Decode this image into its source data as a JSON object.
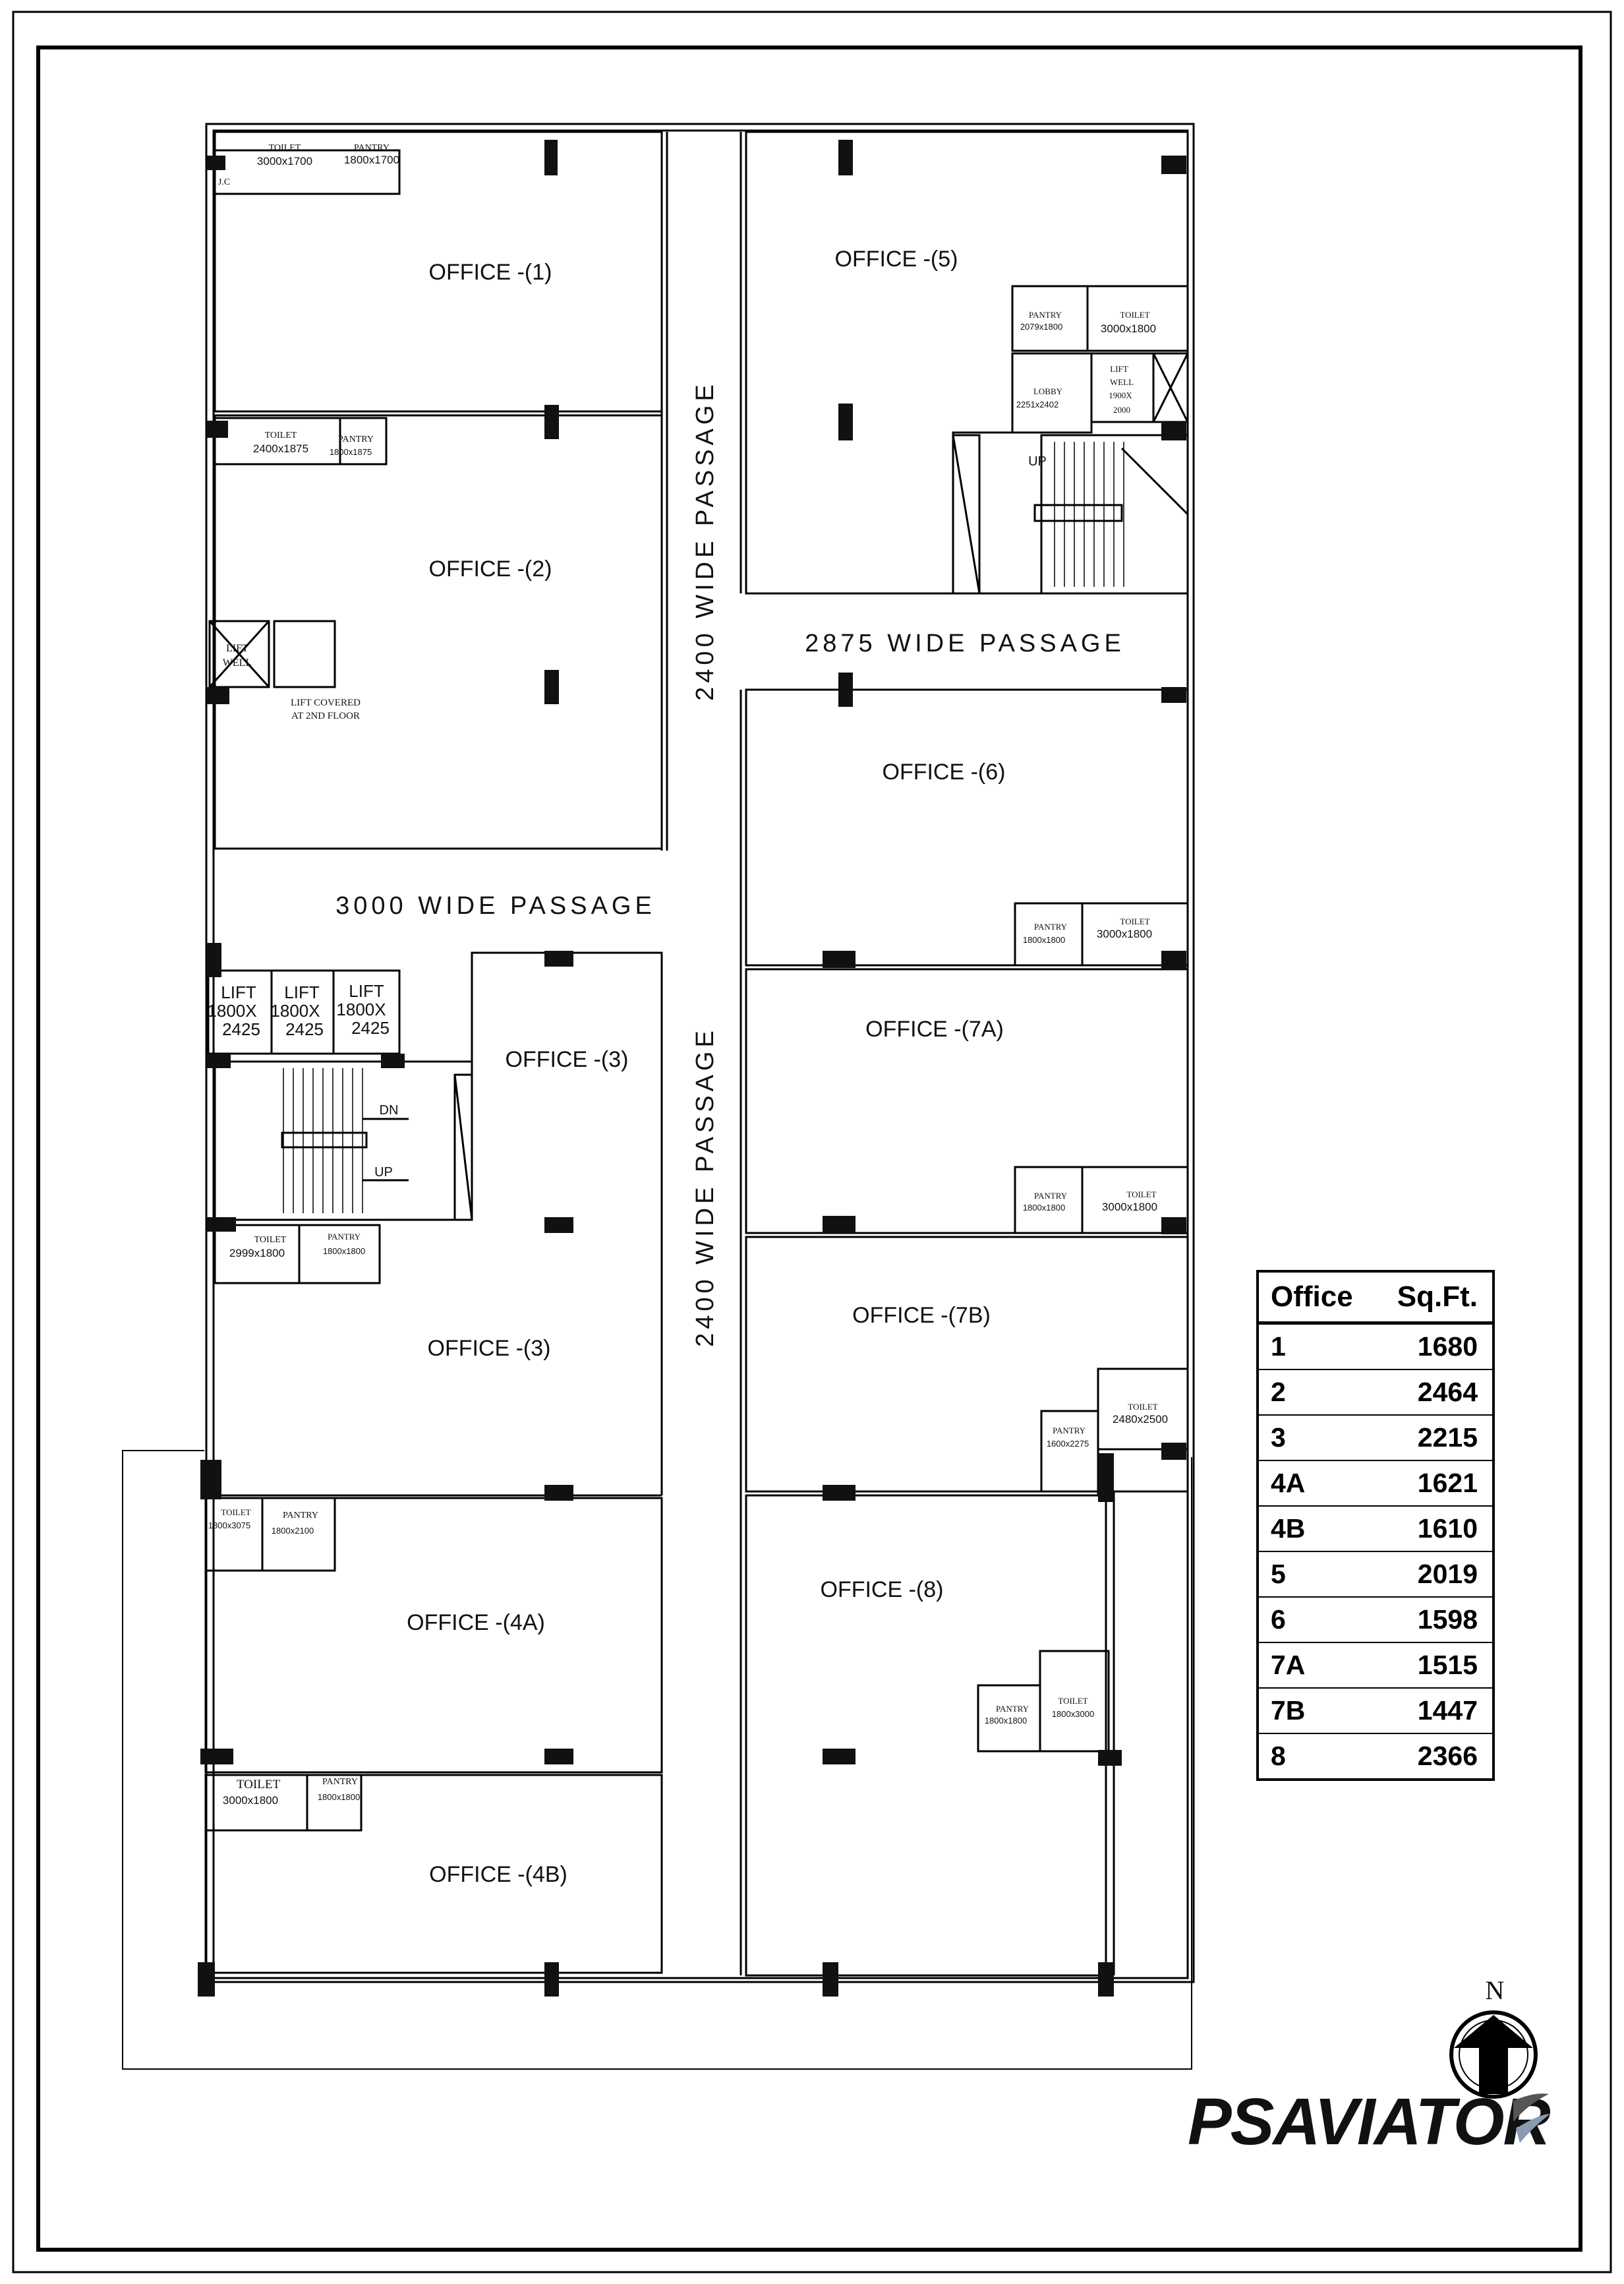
{
  "offices": {
    "o1": "OFFICE -(1)",
    "o2": "OFFICE -(2)",
    "o3a": "OFFICE -(3)",
    "o3b": "OFFICE -(3)",
    "o4a": "OFFICE -(4A)",
    "o4b": "OFFICE -(4B)",
    "o5": "OFFICE -(5)",
    "o6": "OFFICE -(6)",
    "o7a": "OFFICE -(7A)",
    "o7b": "OFFICE -(7B)",
    "o8": "OFFICE -(8)"
  },
  "passages": {
    "vertical_top": "2400   WIDE   PASSAGE",
    "vertical_bottom": "2400   WIDE   PASSAGE",
    "horizontal_right": "2875   WIDE   PASSAGE",
    "horizontal_left": "3000   WIDE   PASSAGE"
  },
  "rooms": {
    "jc": "J.C",
    "t1_name": "TOILET",
    "t1_size": "3000x1700",
    "p1_name": "PANTRY",
    "p1_size": "1800x1700",
    "t2_name": "TOILET",
    "t2_size": "2400x1875",
    "p2_name": "PANTRY",
    "p2_size": "1800x1875",
    "lw_a": "LIFT",
    "lw_b": "WELL",
    "lift_cov_a": "LIFT COVERED",
    "lift_cov_b": "AT 2ND FLOOR",
    "lift_a": "LIFT",
    "lift_a2": "1800X",
    "lift_a3": "2425",
    "lift_b": "LIFT",
    "lift_b2": "1800X",
    "lift_b3": "2425",
    "lift_c": "LIFT",
    "lift_c2": "1800X",
    "lift_c3": "2425",
    "dn": "DN",
    "up_l": "UP",
    "t3_name": "TOILET",
    "t3_size": "2999x1800",
    "p3_name": "PANTRY",
    "p3_size": "1800x1800",
    "t4a_name": "TOILET",
    "t4a_size": "1800x3075",
    "p4a_name": "PANTRY",
    "p4a_size": "1800x2100",
    "t4b_name": "TOILET",
    "t4b_size": "3000x1800",
    "p4b_name": "PANTRY",
    "p4b_size": "1800x1800",
    "p5_name": "PANTRY",
    "p5_size": "2079x1800",
    "t5_name": "TOILET",
    "t5_size": "3000x1800",
    "lobby_name": "LOBBY",
    "lobby_size": "2251x2402",
    "lw5_a": "LIFT",
    "lw5_b": "WELL",
    "lw5_c": "1900X",
    "lw5_d": "2000",
    "up_r": "UP",
    "p6_name": "PANTRY",
    "p6_size": "1800x1800",
    "t6_name": "TOILET",
    "t6_size": "3000x1800",
    "p7a_name": "PANTRY",
    "p7a_size": "1800x1800",
    "t7a_name": "TOILET",
    "t7a_size": "3000x1800",
    "p7b_name": "PANTRY",
    "p7b_size": "1600x2275",
    "t7b_name": "TOILET",
    "t7b_size": "2480x2500",
    "p8_name": "PANTRY",
    "p8_size": "1800x1800",
    "t8_name": "TOILET",
    "t8_size": "1800x3000"
  },
  "table": {
    "header_office": "Office",
    "header_sqft": "Sq.Ft.",
    "rows": [
      {
        "office": "1",
        "sqft": "1680"
      },
      {
        "office": "2",
        "sqft": "2464"
      },
      {
        "office": "3",
        "sqft": "2215"
      },
      {
        "office": "4A",
        "sqft": "1621"
      },
      {
        "office": "4B",
        "sqft": "1610"
      },
      {
        "office": "5",
        "sqft": "2019"
      },
      {
        "office": "6",
        "sqft": "1598"
      },
      {
        "office": "7A",
        "sqft": "1515"
      },
      {
        "office": "7B",
        "sqft": "1447"
      },
      {
        "office": "8",
        "sqft": "2366"
      }
    ]
  },
  "compass": {
    "label": "N"
  },
  "logo": {
    "text": "PSAVIATOR"
  }
}
